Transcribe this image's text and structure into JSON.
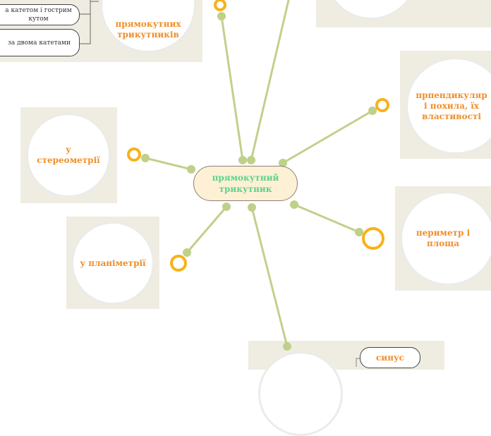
{
  "central": {
    "label": "прямокутний трикутник"
  },
  "topics": {
    "top_circle": "прямокутних трикутників",
    "stereometry": "у стереометрії",
    "planimetry": "у планіметрії",
    "perpendicular": "прпендикуляр і похила, їх властивості",
    "perimeter": "периметр і площа",
    "sinus": "синус"
  },
  "sub_items": {
    "cathetus_angle": "а катетом і гострим кутом",
    "two_catheti": "за двома катетами"
  },
  "colors": {
    "branch": "#c2d08c",
    "node": "#bfd08a",
    "ring": "#f7b21b",
    "tile": "#efede2",
    "circle_text": "#ef8f2a",
    "central_text": "#5ed38a",
    "central_fill": "#fdf0d5"
  }
}
